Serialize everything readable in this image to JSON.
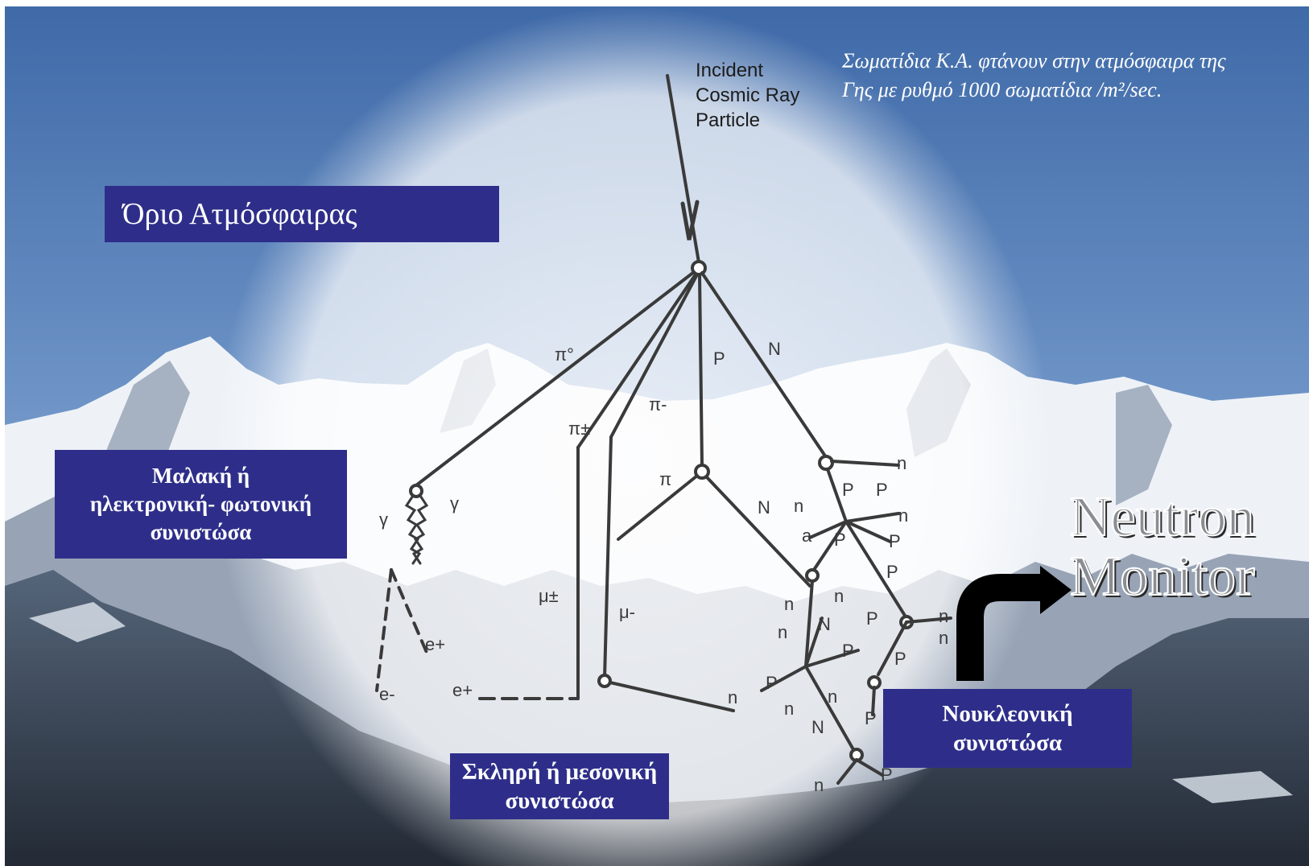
{
  "labels": {
    "atmosphere_limit": "Όριο Ατμόσφαιρας",
    "soft_component": [
      "Μαλακή ή",
      "ηλεκτρονική- φωτονική",
      "συνιστώσα"
    ],
    "hard_component": [
      "Σκληρή ή μεσονική",
      "συνιστώσα"
    ],
    "nucleonic_component": [
      "Νουκλεονική",
      "συνιστώσα"
    ],
    "neutron_monitor": [
      "Neutron",
      "Monitor"
    ]
  },
  "note": [
    "Σωματίδια Κ.Α. φτάνουν στην ατμόσφαιρα της",
    "Γης με ρυθμό 1000  σωματίδια /m²/sec."
  ],
  "diagram": {
    "incident": [
      "Incident",
      "Cosmic Ray",
      "Particle"
    ],
    "particles": {
      "pi0": "π°",
      "p": "P",
      "n_cap": "N",
      "pi_minus": "π-",
      "pi_pm": "π±",
      "pi": "π",
      "gamma": "γ",
      "e_plus": "e+",
      "e_minus": "e-",
      "mu_pm": "μ±",
      "mu_minus": "μ-",
      "n": "n",
      "a": "a"
    }
  },
  "colors": {
    "label_box": "#2e2e8a",
    "sky_top": "#4a74b0",
    "sky_mid": "#8fb0d8",
    "snow": "#f2f5f9",
    "rock": "#5f6e80",
    "forest": "#2b3340",
    "diagram_ink": "#3a3a3a"
  }
}
